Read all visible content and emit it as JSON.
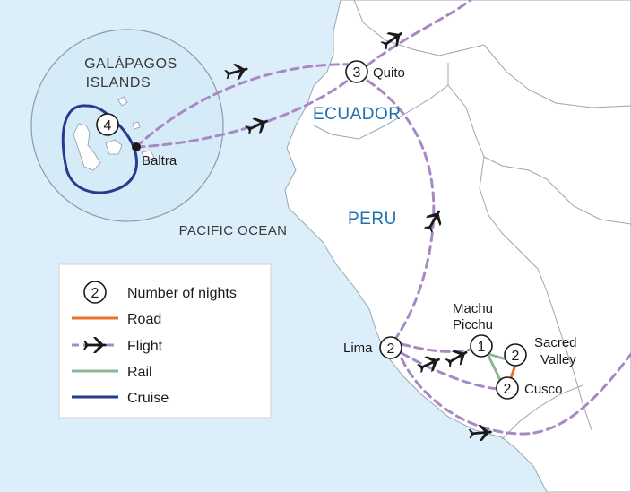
{
  "regions": {
    "galapagos": "GALÁPAGOS ISLANDS",
    "galapagos_line1": "GALÁPAGOS",
    "galapagos_line2": "ISLANDS",
    "ocean": "PACIFIC OCEAN",
    "ecuador": "ECUADOR",
    "peru": "PERU"
  },
  "places": {
    "quito": "Quito",
    "baltra": "Baltra",
    "lima": "Lima",
    "machu_picchu_line1": "Machu",
    "machu_picchu_line2": "Picchu",
    "sacred_valley_line1": "Sacred",
    "sacred_valley_line2": "Valley",
    "cusco": "Cusco"
  },
  "nights": {
    "galapagos": "4",
    "quito": "3",
    "lima": "2",
    "machu_picchu": "1",
    "sacred_valley": "2",
    "cusco": "2"
  },
  "legend": {
    "sample_nights": "2",
    "items": [
      {
        "label": "Number of nights",
        "symbol": "nights-circle"
      },
      {
        "label": "Road",
        "symbol": "road-line",
        "color": "#e8742a"
      },
      {
        "label": "Flight",
        "symbol": "flight-dashed-line",
        "color": "#a889c4"
      },
      {
        "label": "Rail",
        "symbol": "rail-line",
        "color": "#8fb596"
      },
      {
        "label": "Cruise",
        "symbol": "cruise-line",
        "color": "#2a3990"
      }
    ]
  },
  "colors": {
    "ocean": "#dbeef9",
    "land": "#ffffff",
    "border": "#9aa6b2",
    "region_label": "#1f6fae",
    "flight": "#a889c4",
    "road": "#e8742a",
    "rail": "#8fb596",
    "cruise": "#2a3990"
  }
}
